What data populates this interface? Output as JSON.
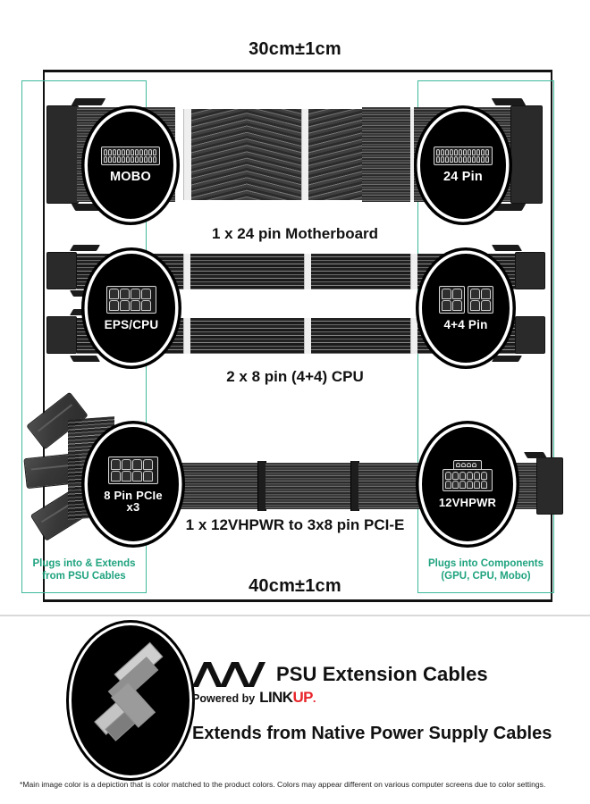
{
  "dimensions": {
    "top_label": "30cm±1cm",
    "bottom_label": "40cm±1cm"
  },
  "guides": {
    "left_note": "Plugs into & Extends\nfrom PSU Cables",
    "right_note": "Plugs into Components\n(GPU, CPU, Mobo)",
    "teal_color": "#1fa37f"
  },
  "rows": [
    {
      "caption": "1 x 24 pin Motherboard",
      "left_badge": "MOBO",
      "right_badge": "24 Pin"
    },
    {
      "caption": "2 x 8 pin (4+4) CPU",
      "left_badge": "EPS/CPU",
      "right_badge": "4+4 Pin"
    },
    {
      "caption": "1 x 12VHPWR to 3x8 pin PCI-E",
      "left_badge": "8 Pin PCIe\nx3",
      "right_badge": "12VHPWR"
    }
  ],
  "branding": {
    "logo_mark": "ava-chevron-logo",
    "title": "PSU Extension Cables",
    "powered_by": "Powered by",
    "brand_link": "LINK",
    "brand_up": "UP",
    "brand_dot": ".",
    "tagline": "Extends from Native Power Supply Cables",
    "accent_red": "#e8242a"
  },
  "footnote": "*Main image color is a depiction that is color matched to the product colors. Colors may appear different on various computer screens due to color settings."
}
